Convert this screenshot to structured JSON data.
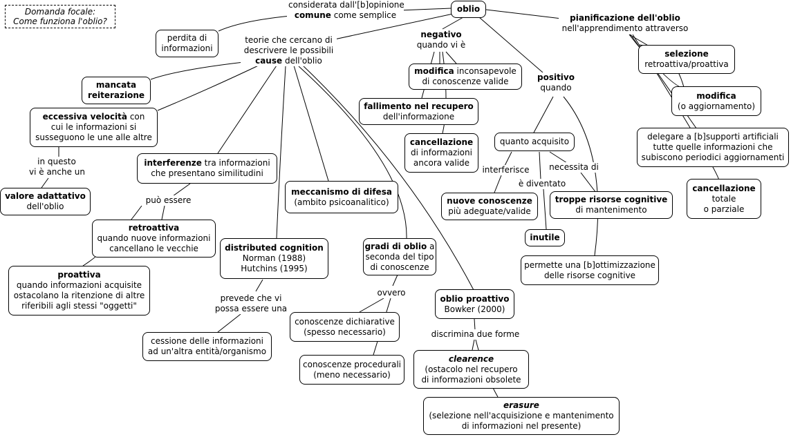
{
  "focus": [
    "Domanda focale:",
    "Come funziona l'oblio?"
  ],
  "nodes": {
    "oblio": [
      "[b]oblio"
    ],
    "perdita": [
      "perdita di",
      "informazioni"
    ],
    "mancata": [
      "[b]mancata",
      "[b]reiterazione"
    ],
    "velocita": [
      "[b]eccessiva velocità[/b] con",
      "cui le informazioni si",
      "susseguono le une alle altre"
    ],
    "valore": [
      "[b]valore adattativo",
      "dell'oblio"
    ],
    "interferenze": [
      "[b]interferenze[/b] tra informazioni",
      "che presentano similitudini"
    ],
    "retroattiva": [
      "[b]retroattiva",
      "quando nuove informazioni",
      "cancellano le vecchie"
    ],
    "proattiva": [
      "[b]proattiva",
      "quando informazioni acquisite",
      "ostacolano la ritenzione di altre",
      "riferibili agli stessi \"oggetti\""
    ],
    "difesa": [
      "[b]meccanismo di difesa",
      "(ambito psicoanalitico)"
    ],
    "distributed": [
      "[b]distributed cognition",
      "Norman (1988)",
      "Hutchins (1995)"
    ],
    "cessione": [
      "cessione delle informazioni",
      "ad un'altra entità/organismo"
    ],
    "gradi": [
      "[b]gradi di oblio[/b] a",
      "seconda del tipo",
      "di conoscenze"
    ],
    "dichiarative": [
      "conoscenze dichiarative",
      "(spesso necessario)"
    ],
    "procedurali": [
      "conoscenze procedurali",
      "(meno necessario)"
    ],
    "oblio_proattivo": [
      "[b]oblio proattivo",
      "Bowker (2000)"
    ],
    "clearence": [
      "[bi]clearence",
      "(ostacolo nel recupero",
      "di informazioni obsolete"
    ],
    "erasure": [
      "[bi]erasure",
      "(selezione nell'acquisizione e mantenimento",
      "di informazioni nel presente)"
    ],
    "modifica_inc": [
      "[b]modifica[/b] inconsapevole",
      "di conoscenze valide"
    ],
    "fallimento": [
      "[b]fallimento nel recupero",
      "dell'informazione"
    ],
    "cancellazione_neg": [
      "[b]cancellazione",
      "di informazioni",
      "ancora valide"
    ],
    "quanto": [
      "quanto acquisito"
    ],
    "nuove": [
      "[b]nuove conoscenze",
      "più adeguate/valide"
    ],
    "troppe": [
      "[b]troppe risorse cognitive",
      "di mantenimento"
    ],
    "inutile": [
      "[b]inutile"
    ],
    "ottimizzazione": [
      "permette una [b]ottimizzazione",
      "delle risorse cognitive"
    ],
    "selezione": [
      "[b]selezione",
      "retroattiva/proattiva"
    ],
    "modifica_agg": [
      "[b]modifica",
      "(o aggiornamento)"
    ],
    "delegare": [
      "delegare a [b]supporti artificiali",
      "tutte quelle informazioni che",
      "subiscono periodici aggiornamenti"
    ],
    "cancellazione_pian": [
      "[b]cancellazione",
      "totale",
      "o parziale"
    ]
  },
  "concepts": {
    "considerata": [
      "considerata dall'[b]opinione",
      "[b]comune[/b] come semplice"
    ],
    "teorie": [
      "teorie che cercano di",
      "descrivere le possibili",
      "[b]cause[/b] dell'oblio"
    ],
    "negativo": [
      "[b]negativo",
      "quando vi è"
    ],
    "positivo": [
      "[b]positivo",
      "quando"
    ],
    "pianificazione": [
      "[b]pianificazione dell'oblio",
      "nell'apprendimento attraverso"
    ],
    "in_questo": [
      "in questo",
      "vi è anche un"
    ],
    "puo_essere": [
      "può essere"
    ],
    "prevede": [
      "prevede che vi",
      "possa essere una"
    ],
    "ovvero": [
      "ovvero"
    ],
    "discrimina": [
      "discrimina due forme"
    ],
    "interferisce": [
      "interferisce"
    ],
    "diventato": [
      "è diventato"
    ],
    "necessita": [
      "necessita di"
    ]
  }
}
